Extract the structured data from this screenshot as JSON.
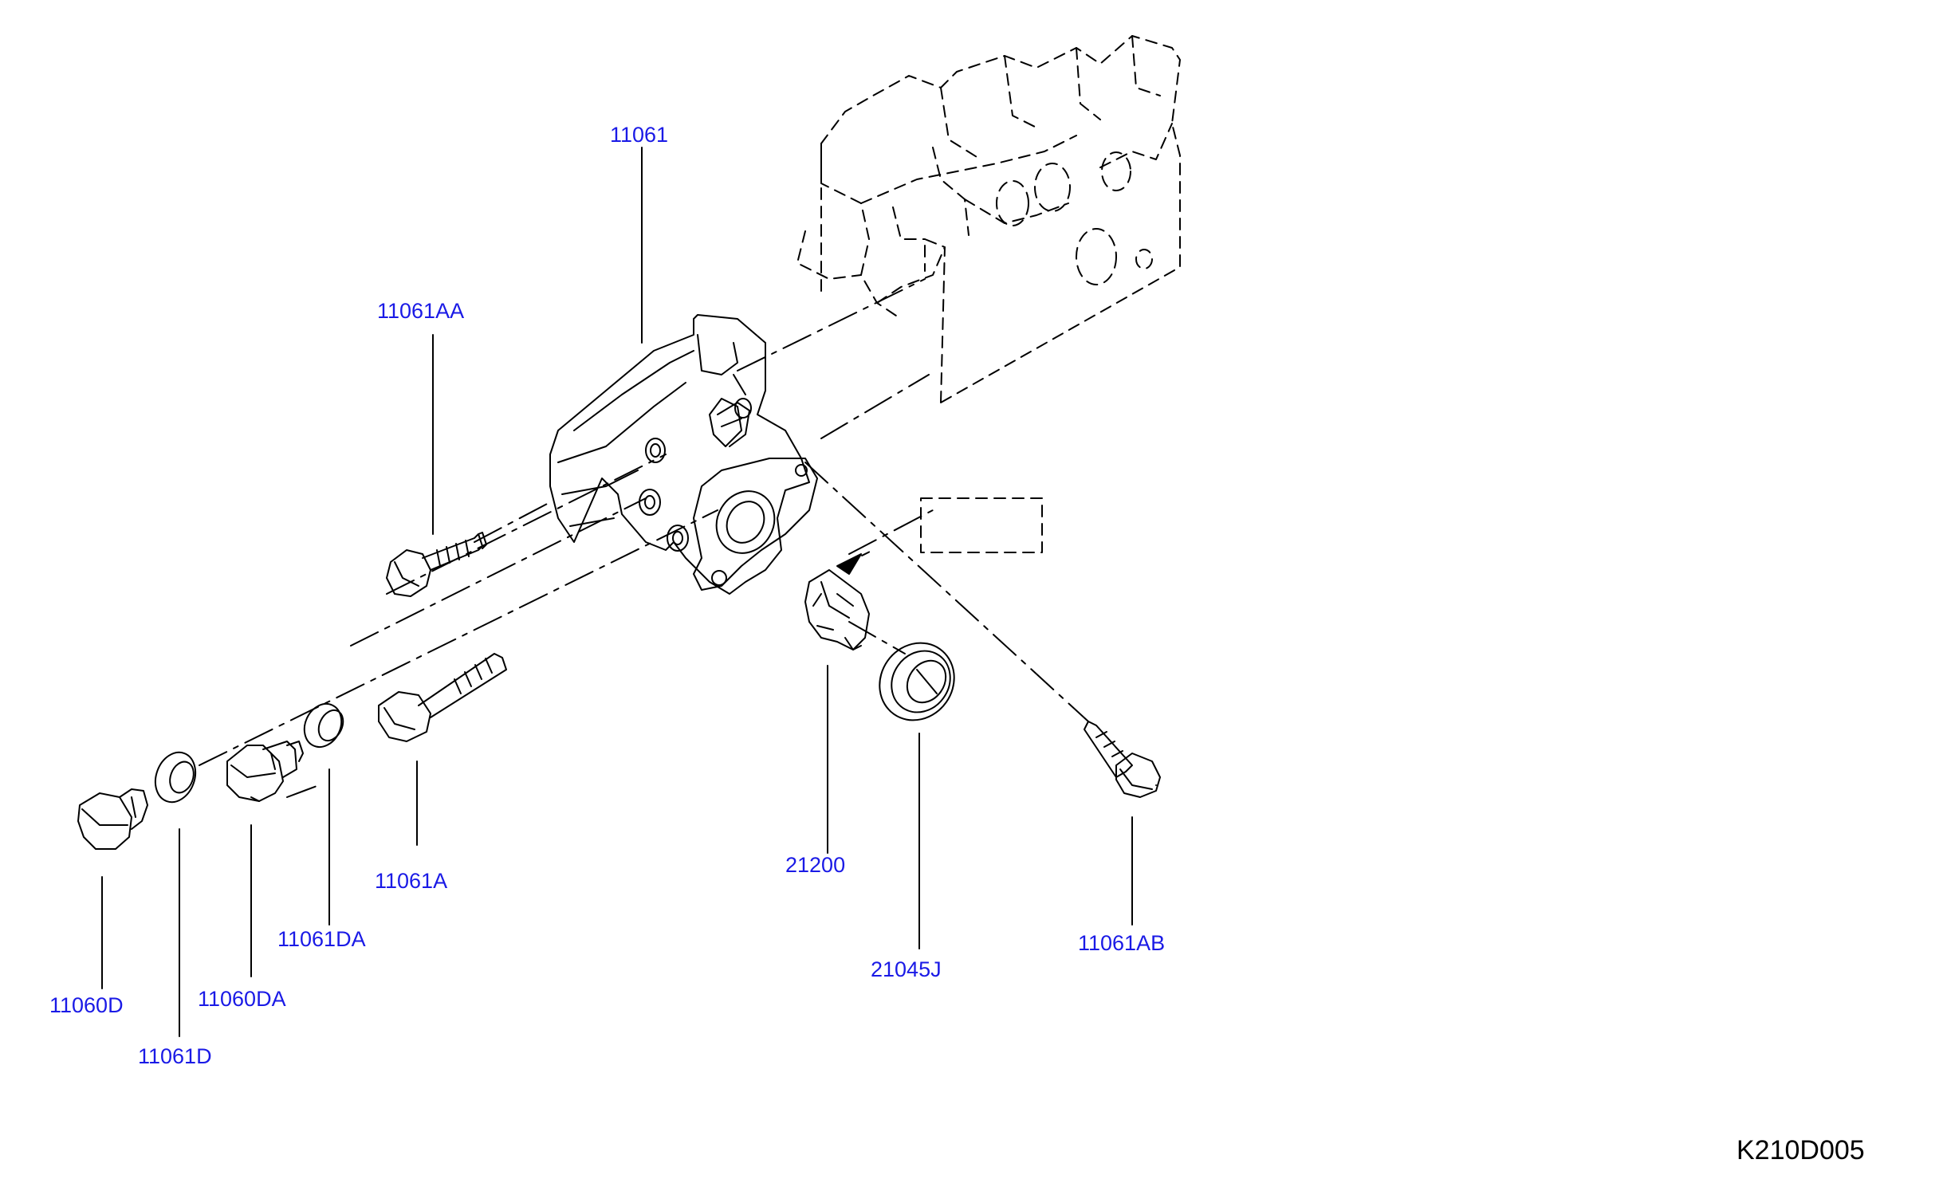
{
  "colors": {
    "label": "#1a1ae6",
    "line": "#000000",
    "code": "#000000",
    "background": "#ffffff"
  },
  "labels": {
    "p11061": "11061",
    "p11061AA": "11061AA",
    "p11061A": "11061A",
    "p11061AB": "11061AB",
    "p11061DA": "11061DA",
    "p11060DA": "11060DA",
    "p11060D": "11060D",
    "p11061D": "11061D",
    "p21200": "21200",
    "p21045J": "21045J"
  },
  "diagram_code": "K210D005"
}
